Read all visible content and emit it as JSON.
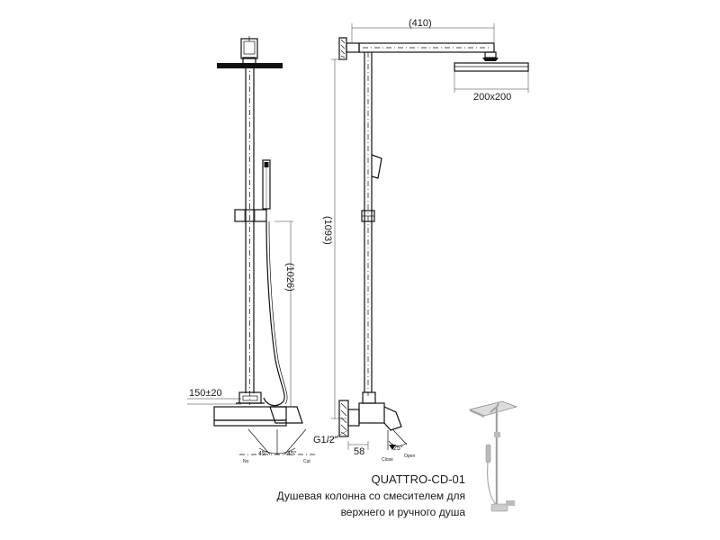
{
  "model": "QUATTRO-CD-01",
  "description_line1": "Душевая колонна со смесителем для",
  "description_line2": "верхнего и ручного душа",
  "dimensions": {
    "arm_length": "(410)",
    "head_size": "200x200",
    "front_height": "(1026)",
    "side_height": "(1093)",
    "center_distance": "150±20",
    "connection": "G1/2\"",
    "depth": "58"
  },
  "angles": {
    "left": "45°",
    "right": "45°",
    "side": "25°"
  },
  "handle_labels": {
    "front_left": "No",
    "front_right": "Cut",
    "side_left": "Close",
    "side_right": "Open"
  }
}
